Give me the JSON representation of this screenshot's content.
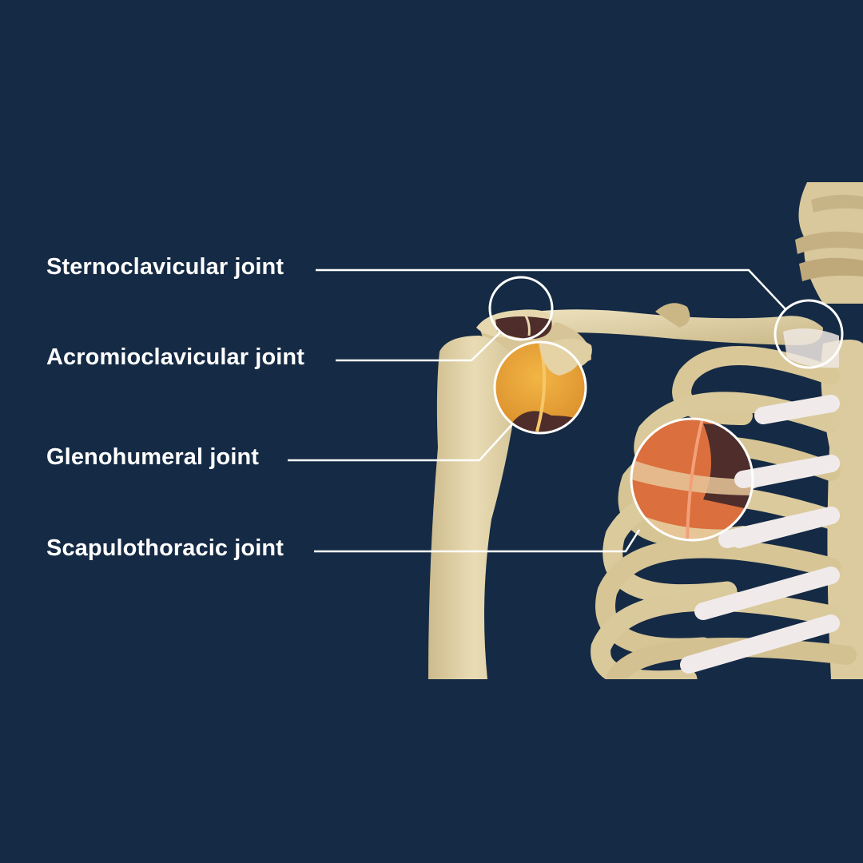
{
  "background_color": "#152a44",
  "bone_color": "#e3d4aa",
  "cartilage_color": "#f2ecea",
  "highlight_colors": {
    "glenohumeral": "#e9a53a",
    "scapulothoracic": "#db6f3d",
    "dark_tissue": "#4e2d2a"
  },
  "labels": {
    "sternoclavicular": "Sternoclavicular joint",
    "acromioclavicular": "Acromioclavicular joint",
    "glenohumeral": "Glenohumeral joint",
    "scapulothoracic": "Scapulothoracic joint"
  }
}
